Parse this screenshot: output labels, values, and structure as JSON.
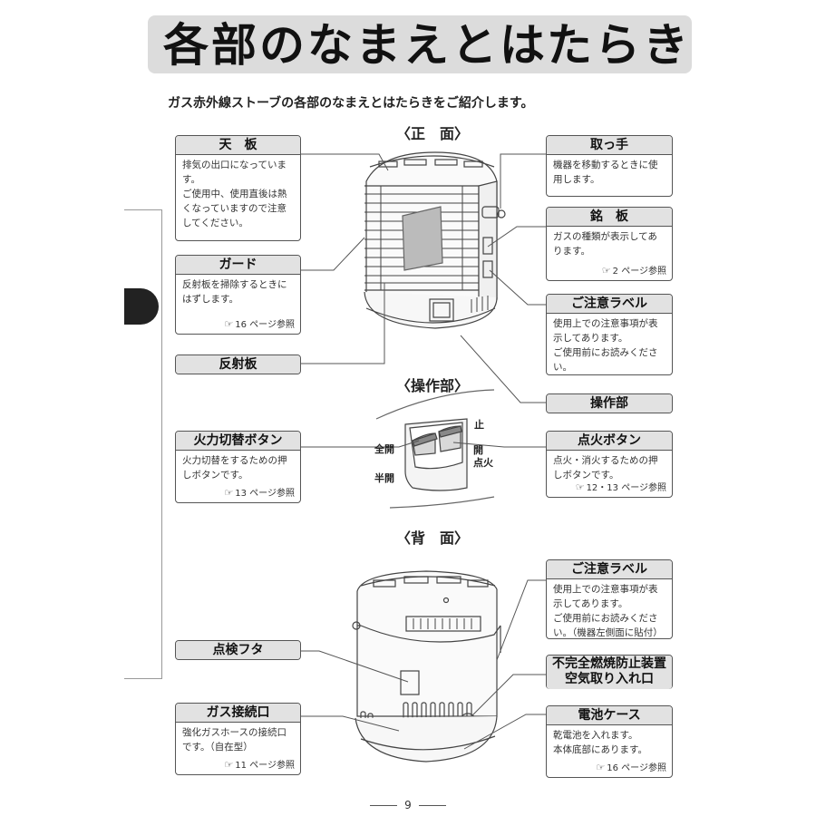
{
  "title": "各部のなまえとはたらき",
  "intro": "ガス赤外線ストーブの各部のなまえとはたらきをご紹介します。",
  "sections": {
    "front": "〈正　面〉",
    "controls": "〈操作部〉",
    "back": "〈背　面〉"
  },
  "ref_icon": "☞",
  "boxes": {
    "tenban": {
      "title": "天　板",
      "body": "排気の出口になっています。\nご使用中、使用直後は熱くなっていますので注意してください。"
    },
    "guard": {
      "title": "ガード",
      "body": "反射板を掃除するときにはずします。",
      "ref": "16 ページ参照"
    },
    "hanshaban": {
      "title": "反射板"
    },
    "handle": {
      "title": "取っ手",
      "body": "機器を移動するときに使用します。"
    },
    "meiban": {
      "title": "銘　板",
      "body": "ガスの種類が表示してあります。",
      "ref": "2 ページ参照"
    },
    "caution_front": {
      "title": "ご注意ラベル",
      "body": "使用上での注意事項が表示してあります。\nご使用前にお読みください。"
    },
    "sousabu": {
      "title": "操作部"
    },
    "power_switch": {
      "title": "火力切替ボタン",
      "body": "火力切替をするための押しボタンです。",
      "ref": "13 ページ参照"
    },
    "ignition": {
      "title": "点火ボタン",
      "body": "点火・消火するための押しボタンです。",
      "ref": "12・13 ページ参照"
    },
    "caution_back": {
      "title": "ご注意ラベル",
      "body": "使用上での注意事項が表示してあります。\nご使用前にお読みください。（機器左側面に貼付）"
    },
    "inspection_lid": {
      "title": "点検フタ"
    },
    "safety_device": {
      "title": "不完全燃焼防止装置\n空気取り入れ口"
    },
    "gas_inlet": {
      "title": "ガス接続口",
      "body": "強化ガスホースの接続口です。（自在型）",
      "ref": "11 ページ参照"
    },
    "battery_case": {
      "title": "電池ケース",
      "body": "乾電池を入れます。\n本体底部にあります。",
      "ref": "16 ページ参照"
    }
  },
  "control_labels": {
    "stop": "止",
    "full": "全開",
    "half": "半開",
    "open_ignite": "開\n点火"
  },
  "page_number": "9"
}
